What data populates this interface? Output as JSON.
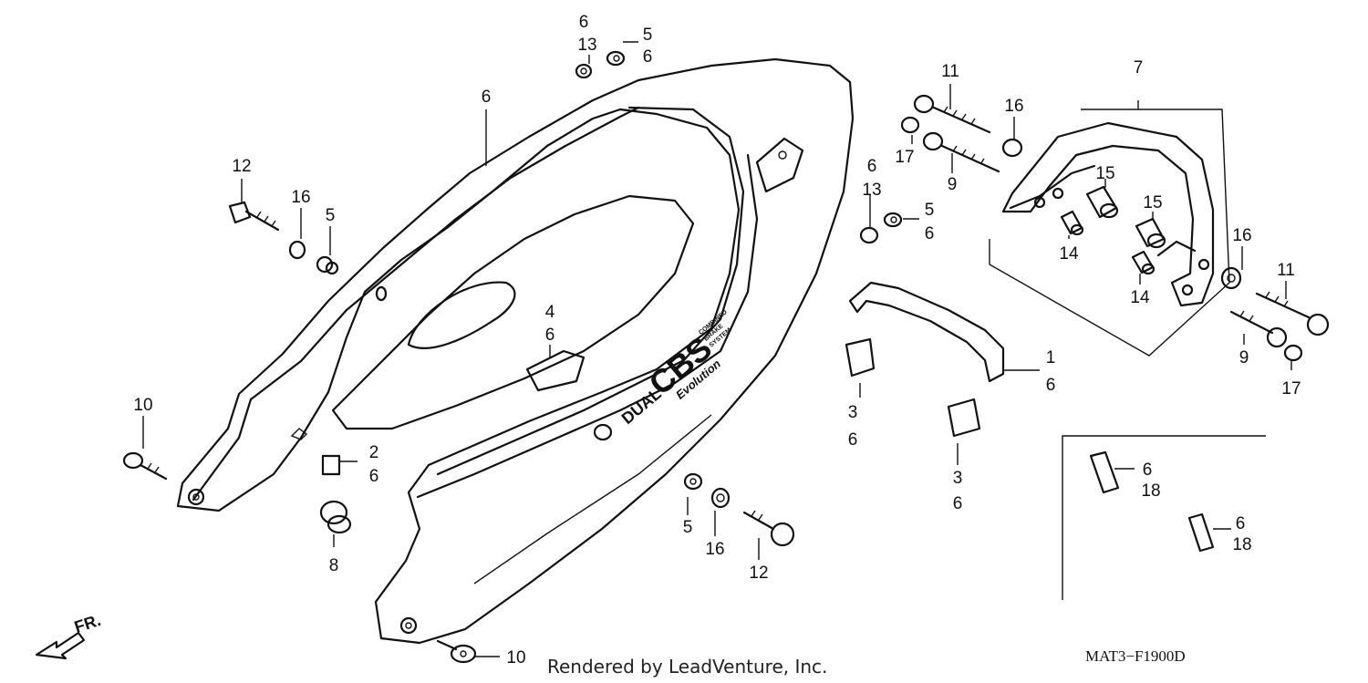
{
  "callouts": [
    {
      "id": "c-6-top",
      "text": "6"
    },
    {
      "id": "c-13-top",
      "text": "13"
    },
    {
      "id": "c-5-top",
      "text": "5"
    },
    {
      "id": "c-6-top-b",
      "text": "6"
    },
    {
      "id": "c-6-cowl",
      "text": "6"
    },
    {
      "id": "c-12-left",
      "text": "12"
    },
    {
      "id": "c-16-left",
      "text": "16"
    },
    {
      "id": "c-5-left",
      "text": "5"
    },
    {
      "id": "c-4",
      "text": "4"
    },
    {
      "id": "c-6-4",
      "text": "6"
    },
    {
      "id": "c-10-left",
      "text": "10"
    },
    {
      "id": "c-2",
      "text": "2"
    },
    {
      "id": "c-6-2",
      "text": "6"
    },
    {
      "id": "c-8",
      "text": "8"
    },
    {
      "id": "c-10-bottom",
      "text": "10"
    },
    {
      "id": "c-5-bottom",
      "text": "5"
    },
    {
      "id": "c-16-bottom",
      "text": "16"
    },
    {
      "id": "c-12-bottom",
      "text": "12"
    },
    {
      "id": "c-6-mid",
      "text": "6"
    },
    {
      "id": "c-13-mid",
      "text": "13"
    },
    {
      "id": "c-5-mid",
      "text": "5"
    },
    {
      "id": "c-6-mid-b",
      "text": "6"
    },
    {
      "id": "c-11-top",
      "text": "11"
    },
    {
      "id": "c-17-left",
      "text": "17"
    },
    {
      "id": "c-9-left",
      "text": "9"
    },
    {
      "id": "c-16-top",
      "text": "16"
    },
    {
      "id": "c-7",
      "text": "7"
    },
    {
      "id": "c-15-a",
      "text": "15"
    },
    {
      "id": "c-15-b",
      "text": "15"
    },
    {
      "id": "c-14-a",
      "text": "14"
    },
    {
      "id": "c-14-b",
      "text": "14"
    },
    {
      "id": "c-16-right",
      "text": "16"
    },
    {
      "id": "c-11-right",
      "text": "11"
    },
    {
      "id": "c-9-right",
      "text": "9"
    },
    {
      "id": "c-17-right",
      "text": "17"
    },
    {
      "id": "c-1",
      "text": "1"
    },
    {
      "id": "c-6-1",
      "text": "6"
    },
    {
      "id": "c-3-a",
      "text": "3"
    },
    {
      "id": "c-6-3a",
      "text": "6"
    },
    {
      "id": "c-3-b",
      "text": "3"
    },
    {
      "id": "c-6-3b",
      "text": "6"
    },
    {
      "id": "c-6-18a",
      "text": "6"
    },
    {
      "id": "c-18-a",
      "text": "18"
    },
    {
      "id": "c-6-18b",
      "text": "6"
    },
    {
      "id": "c-18-b",
      "text": "18"
    }
  ],
  "decal": {
    "dual": "DUAL",
    "cbs": "CBS",
    "evolution": "Evolution",
    "combined": "COMBINED",
    "brake": "BRAKE",
    "system": "SYSTEM"
  },
  "front_arrow_label": "FR.",
  "credit": "Rendered by LeadVenture, Inc.",
  "diagram_code": "MAT3−F1900D"
}
